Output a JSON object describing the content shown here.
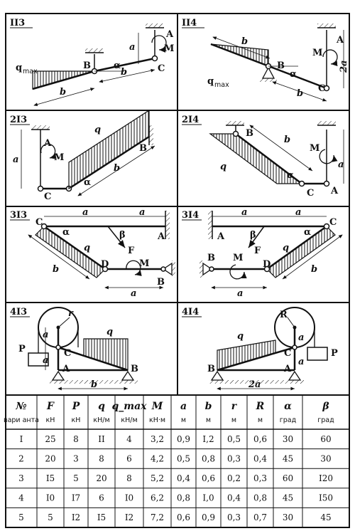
{
  "panels": [
    {
      "id": "113",
      "num": "II3",
      "labels": {
        "A": "A",
        "B": "B",
        "C": "C",
        "M": "M",
        "a": "a",
        "b1": "b",
        "b2": "b",
        "q": "q",
        "qsub": "max",
        "alpha": "α"
      }
    },
    {
      "id": "114",
      "num": "II4",
      "labels": {
        "A": "A",
        "B": "B",
        "C": "C",
        "M": "M",
        "a": "2a",
        "b1": "b",
        "b2": "b",
        "q": "q",
        "qsub": "max",
        "alpha": "α"
      }
    },
    {
      "id": "213",
      "num": "2I3",
      "labels": {
        "A": "A",
        "B": "B",
        "C": "C",
        "M": "M",
        "a": "a",
        "b": "b",
        "q": "q",
        "alpha": "α"
      }
    },
    {
      "id": "214",
      "num": "2I4",
      "labels": {
        "A": "A",
        "B": "B",
        "C": "C",
        "M": "M",
        "a": "a",
        "b": "b",
        "q": "q",
        "alpha": "α"
      }
    },
    {
      "id": "313",
      "num": "3I3",
      "labels": {
        "A": "A",
        "B": "B",
        "C": "C",
        "D": "D",
        "M": "M",
        "F": "F",
        "a1": "a",
        "a2": "a",
        "a3": "a",
        "b": "b",
        "q": "q",
        "alpha": "α",
        "beta": "β"
      }
    },
    {
      "id": "314",
      "num": "3I4",
      "labels": {
        "A": "A",
        "B": "B",
        "C": "C",
        "D": "D",
        "M": "M",
        "F": "F",
        "a1": "a",
        "a2": "a",
        "a3": "a",
        "b": "b",
        "q": "q",
        "alpha": "α",
        "beta": "β"
      }
    },
    {
      "id": "413",
      "num": "4I3",
      "labels": {
        "A": "A",
        "B": "B",
        "C": "C",
        "P": "P",
        "r": "r",
        "a1": "a",
        "a2": "a",
        "b": "b",
        "q": "q"
      }
    },
    {
      "id": "414",
      "num": "4I4",
      "labels": {
        "A": "A",
        "B": "B",
        "C": "C",
        "P": "P",
        "R": "R",
        "a": "2a",
        "q": "q",
        "l1": "a",
        "l2": "a"
      }
    }
  ],
  "table": {
    "headers": [
      {
        "sym": "№",
        "unit": "вари анта"
      },
      {
        "sym": "F",
        "unit": "кН"
      },
      {
        "sym": "P",
        "unit": "кН"
      },
      {
        "sym": "q",
        "unit": "кН/м"
      },
      {
        "sym": "q_max",
        "unit": "кН/м"
      },
      {
        "sym": "M",
        "unit": "кН·м"
      },
      {
        "sym": "a",
        "unit": "м"
      },
      {
        "sym": "b",
        "unit": "м"
      },
      {
        "sym": "r",
        "unit": "м"
      },
      {
        "sym": "R",
        "unit": "м"
      },
      {
        "sym": "α",
        "unit": "град"
      },
      {
        "sym": "β",
        "unit": "град"
      }
    ],
    "rows": [
      [
        "I",
        "25",
        "8",
        "II",
        "4",
        "3,2",
        "0,9",
        "I,2",
        "0,5",
        "0,6",
        "30",
        "60"
      ],
      [
        "2",
        "20",
        "3",
        "8",
        "6",
        "4,2",
        "0,5",
        "0,8",
        "0,3",
        "0,4",
        "45",
        "30"
      ],
      [
        "3",
        "I5",
        "5",
        "20",
        "8",
        "5,2",
        "0,4",
        "0,6",
        "0,2",
        "0,3",
        "60",
        "I20"
      ],
      [
        "4",
        "I0",
        "I7",
        "6",
        "I0",
        "6,2",
        "0,8",
        "I,0",
        "0,4",
        "0,8",
        "45",
        "I50"
      ],
      [
        "5",
        "5",
        "I2",
        "I5",
        "I2",
        "7,2",
        "0,6",
        "0,9",
        "0,3",
        "0,7",
        "30",
        "45"
      ]
    ]
  }
}
